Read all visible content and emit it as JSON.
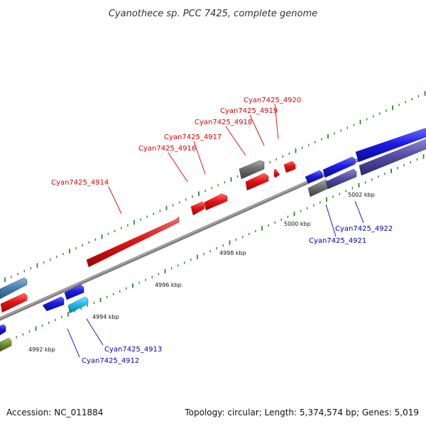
{
  "title": "Cyanothece sp. PCC 7425, complete genome",
  "footer": {
    "accession": "Accession: NC_011884",
    "summary": "Topology: circular; Length: 5,374,574 bp; Genes: 5,019"
  },
  "colors": {
    "forward": "#ee1111",
    "reverse": "#1a1aee",
    "backbone": "#8c8c8c",
    "tick": "#2a8a2a",
    "label_forward": "#dd0000",
    "label_reverse": "#0000bb"
  },
  "scale_labels": [
    "4992 kbp",
    "4994 kbp",
    "4996 kbp",
    "4998 kbp",
    "5000 kbp",
    "5002 kbp"
  ],
  "gene_labels": [
    {
      "text": "Cyan7425_4920",
      "strand": "forward"
    },
    {
      "text": "Cyan7425_4919",
      "strand": "forward"
    },
    {
      "text": "Cyan7425_4918",
      "strand": "forward"
    },
    {
      "text": "Cyan7425_4917",
      "strand": "forward"
    },
    {
      "text": "Cyan7425_4916",
      "strand": "forward"
    },
    {
      "text": "Cyan7425_4914",
      "strand": "forward"
    },
    {
      "text": "Cyan7425_4922",
      "strand": "reverse"
    },
    {
      "text": "Cyan7425_4921",
      "strand": "reverse"
    },
    {
      "text": "Cyan7425_4913",
      "strand": "reverse"
    },
    {
      "text": "Cyan7425_4912",
      "strand": "reverse"
    }
  ]
}
